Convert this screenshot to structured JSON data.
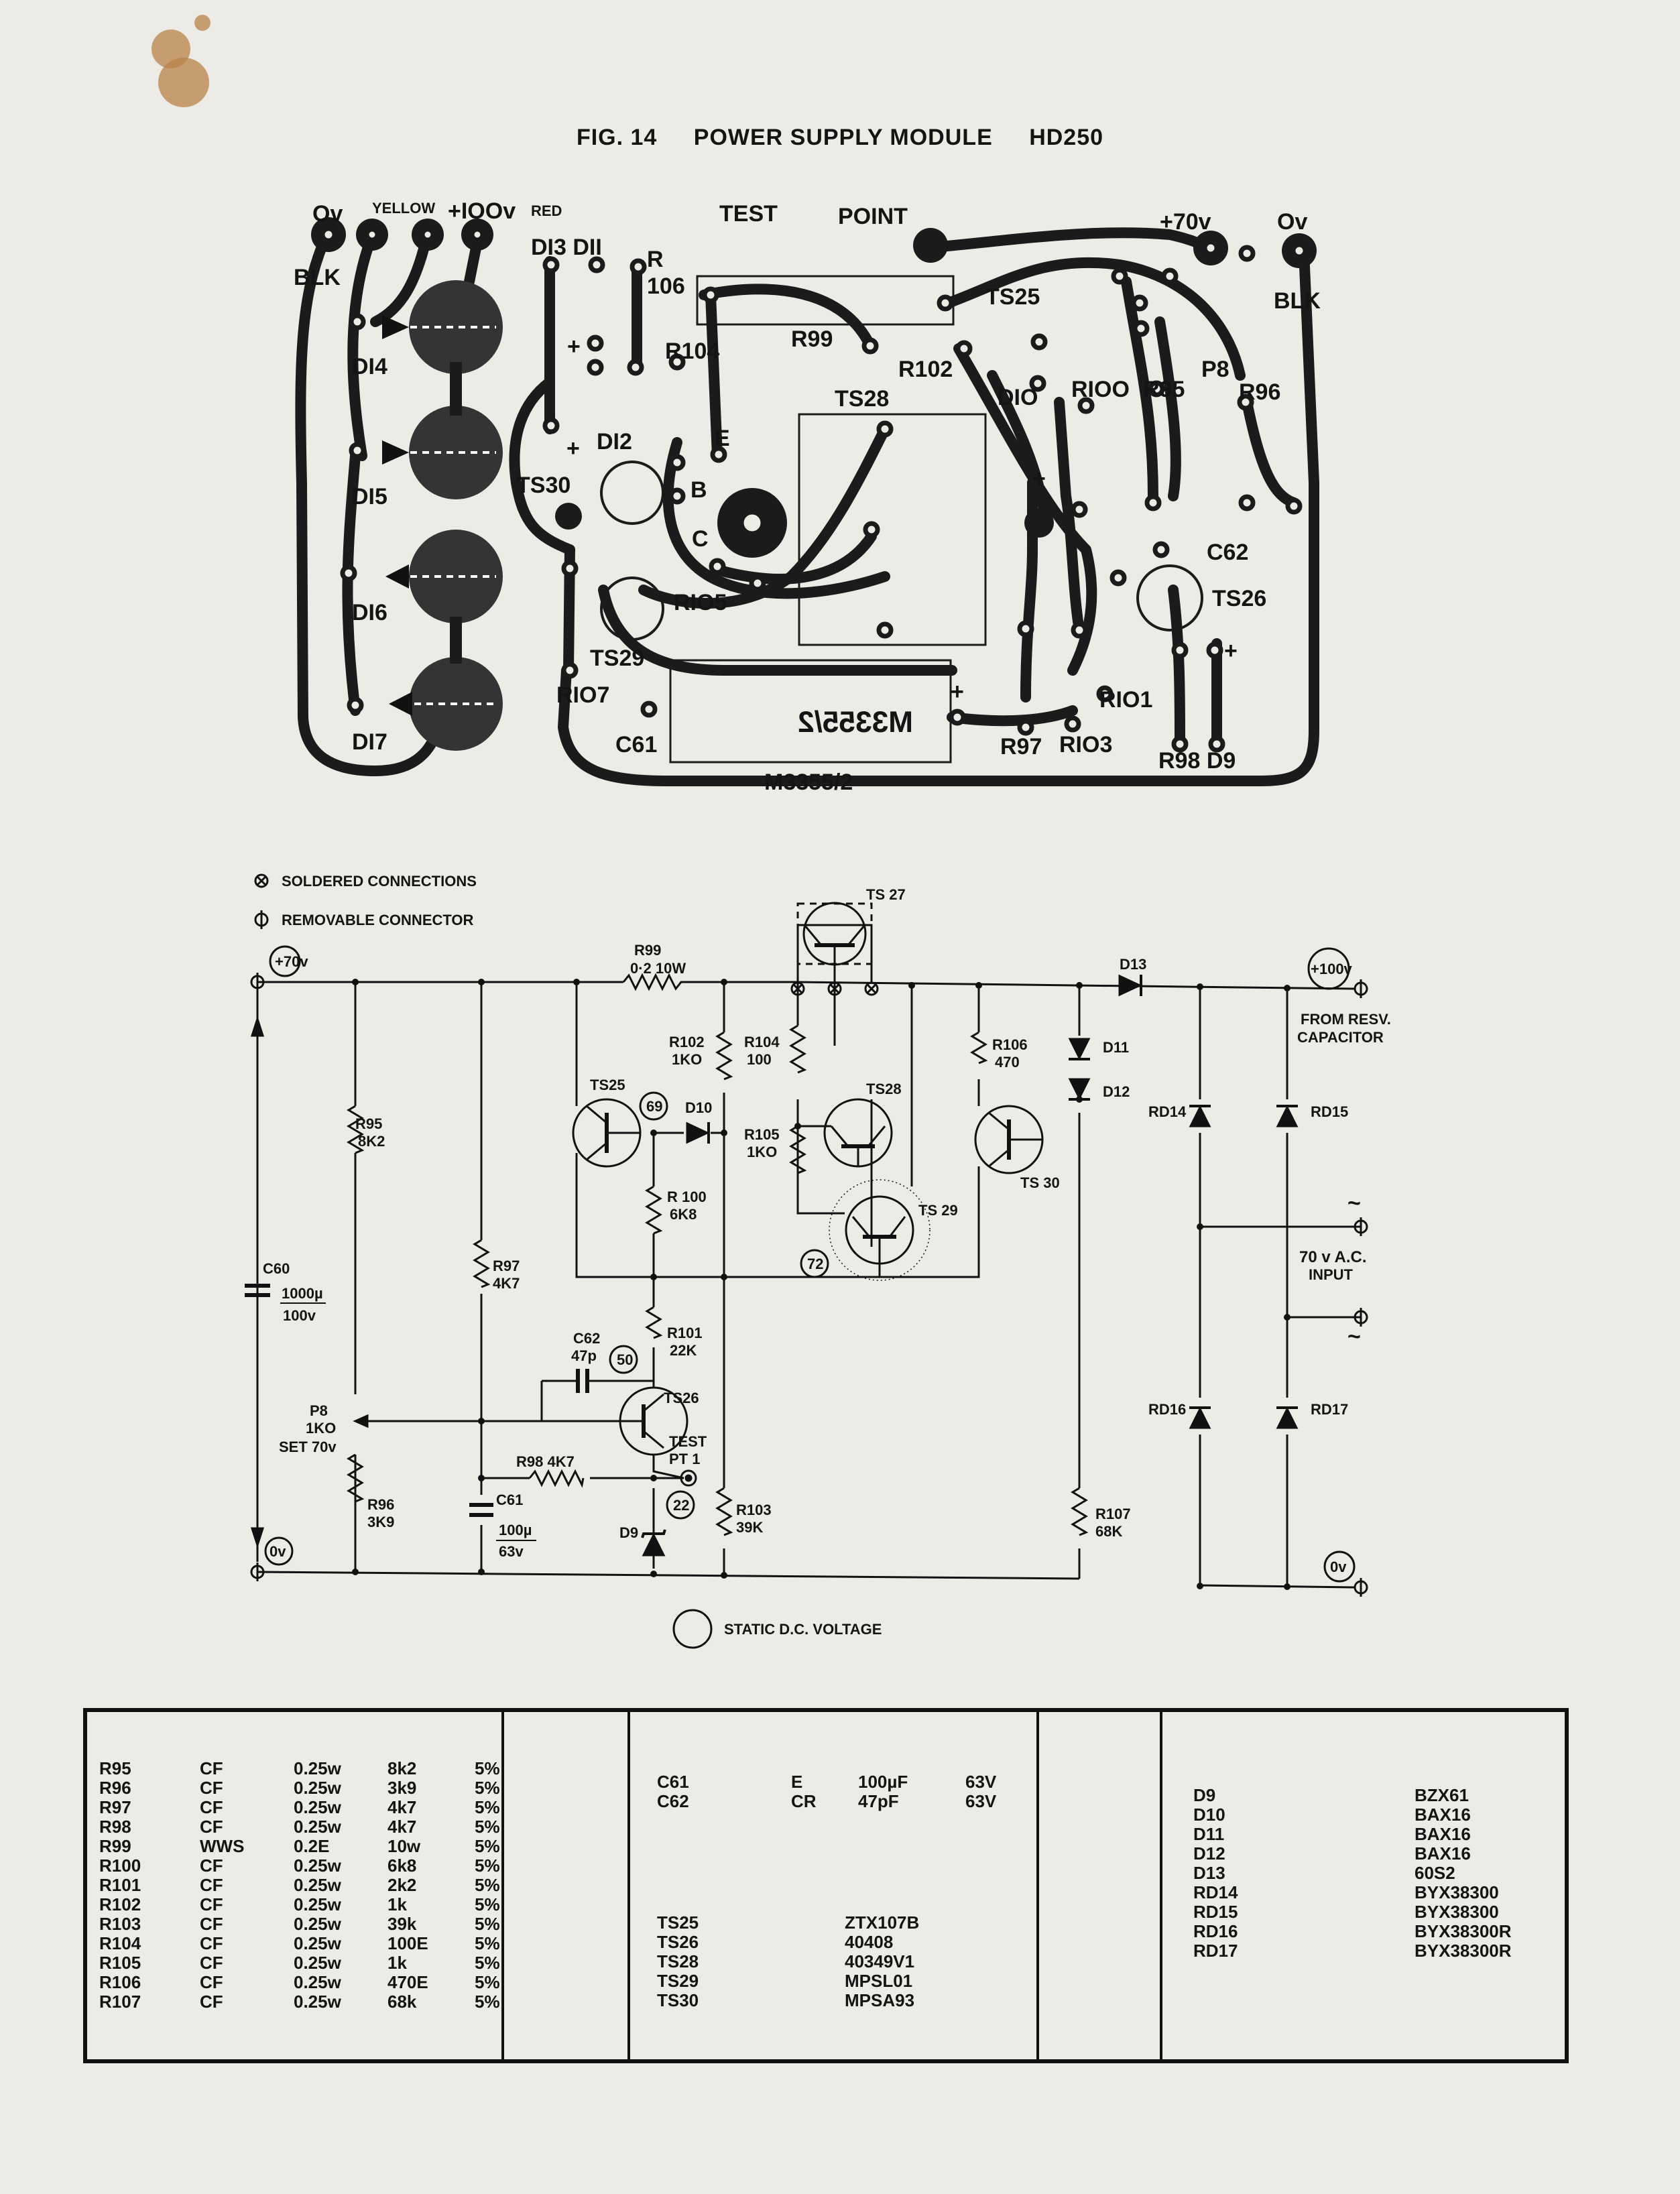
{
  "title": {
    "fig": "FIG. 14",
    "name": "POWER SUPPLY MODULE",
    "model": "HD250"
  },
  "pcb_labels": {
    "ov_left": "Ov",
    "yellow": "YELLOW",
    "plus100": "+IOOv",
    "red": "RED",
    "blk_left": "BLK",
    "test": "TEST",
    "point": "POINT",
    "plus70": "+70v",
    "ov_right": "Ov",
    "blk_right": "BLK",
    "d13d11": "DI3 DII",
    "r106a": "R",
    "r106b": "106",
    "ts25": "TS25",
    "r99": "R99",
    "r104": "R104",
    "r102": "R102",
    "ts28": "TS28",
    "d10": "DIO",
    "r100": "RIOO",
    "r95": "R95",
    "p8": "P8",
    "r96": "R96",
    "d14": "DI4",
    "d15": "DI5",
    "d16": "DI6",
    "d17": "DI7",
    "d12": "DI2",
    "ts30": "TS30",
    "e": "E",
    "b": "B",
    "c": "C",
    "r105": "RIO5",
    "ts29": "TS29",
    "r107": "RIO7",
    "c61": "C61",
    "c62": "C62",
    "ts26": "TS26",
    "r101": "RIO1",
    "r97": "R97",
    "r103": "RIO3",
    "r98d9": "R98 D9",
    "cap_mirror": "M3355/2",
    "board": "M3355/2",
    "plus": "+"
  },
  "legend": {
    "soldered": "SOLDERED CONNECTIONS",
    "removable": "REMOVABLE CONNECTOR",
    "static": "STATIC D.C. VOLTAGE"
  },
  "schematic": {
    "v70": "+70v",
    "v100": "+100v",
    "ov": "0v",
    "r99": "R99",
    "r99v": "0·2 10W",
    "ts27": "TS 27",
    "d13": "D13",
    "from": "FROM RESV.",
    "capacitor": "CAPACITOR",
    "r102": "R102",
    "r102v": "1KO",
    "r104": "R104",
    "r104v": "100",
    "r106": "R106",
    "r106v": "470",
    "d11": "D11",
    "d12": "D12",
    "rd14": "RD14",
    "rd15": "RD15",
    "rd16": "RD16",
    "rd17": "RD17",
    "ts25": "TS25",
    "n69": "69",
    "d10": "D10",
    "ts28": "TS28",
    "r105": "R105",
    "r105v": "1KO",
    "ts30": "TS 30",
    "r95": "R95",
    "r95v": "8K2",
    "r100": "R 100",
    "r100v": "6K8",
    "ts29": "TS 29",
    "n72": "72",
    "ac": "70 v A.C.",
    "input": "INPUT",
    "c60": "C60",
    "c60v": "1000µ",
    "c60w": "100v",
    "r97": "R97",
    "r97v": "4K7",
    "r101": "R101",
    "r101v": "22K",
    "c62": "C62",
    "c62v": "47p",
    "n50": "50",
    "ts26": "TS26",
    "p8": "P8",
    "p8v": "1KO",
    "p8s": "SET 70v",
    "test": "TEST",
    "pt1": "PT 1",
    "r98": "R98  4K7",
    "n22": "22",
    "r96": "R96",
    "r96v": "3K9",
    "c61": "C61",
    "c61v": "100µ",
    "c61w": "63v",
    "d9": "D9",
    "r103": "R103",
    "r103v": "39K",
    "r107": "R107",
    "r107v": "68K",
    "tilde": "~"
  },
  "parts_table": {
    "resistors": [
      [
        "R95",
        "CF",
        "0.25w",
        "8k2",
        "5%"
      ],
      [
        "R96",
        "CF",
        "0.25w",
        "3k9",
        "5%"
      ],
      [
        "R97",
        "CF",
        "0.25w",
        "4k7",
        "5%"
      ],
      [
        "R98",
        "CF",
        "0.25w",
        "4k7",
        "5%"
      ],
      [
        "R99",
        "WWS",
        "0.2E",
        "10w",
        "5%"
      ],
      [
        "R100",
        "CF",
        "0.25w",
        "6k8",
        "5%"
      ],
      [
        "R101",
        "CF",
        "0.25w",
        "2k2",
        "5%"
      ],
      [
        "R102",
        "CF",
        "0.25w",
        "1k",
        "5%"
      ],
      [
        "R103",
        "CF",
        "0.25w",
        "39k",
        "5%"
      ],
      [
        "R104",
        "CF",
        "0.25w",
        "100E",
        "5%"
      ],
      [
        "R105",
        "CF",
        "0.25w",
        "1k",
        "5%"
      ],
      [
        "R106",
        "CF",
        "0.25w",
        "470E",
        "5%"
      ],
      [
        "R107",
        "CF",
        "0.25w",
        "68k",
        "5%"
      ]
    ],
    "capacitors": [
      [
        "C61",
        "E",
        "100µF",
        "63V"
      ],
      [
        "C62",
        "CR",
        "47pF",
        "63V"
      ]
    ],
    "transistors": [
      [
        "TS25",
        "ZTX107B"
      ],
      [
        "TS26",
        "40408"
      ],
      [
        "TS28",
        "40349V1"
      ],
      [
        "TS29",
        "MPSL01"
      ],
      [
        "TS30",
        "MPSA93"
      ]
    ],
    "diodes": [
      [
        "D9",
        "BZX61"
      ],
      [
        "D10",
        "BAX16"
      ],
      [
        "D11",
        "BAX16"
      ],
      [
        "D12",
        "BAX16"
      ],
      [
        "D13",
        "60S2"
      ],
      [
        "RD14",
        "BYX38300"
      ],
      [
        "RD15",
        "BYX38300"
      ],
      [
        "RD16",
        "BYX38300R"
      ],
      [
        "RD17",
        "BYX38300R"
      ]
    ]
  }
}
